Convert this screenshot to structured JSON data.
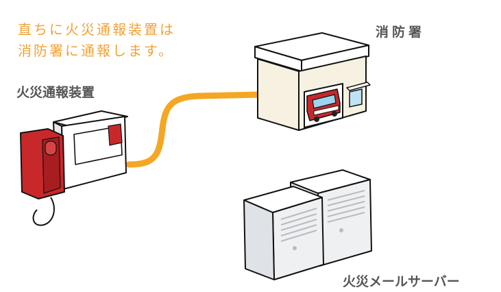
{
  "caption": {
    "line1": "直ちに火災通報装置は",
    "line2": "消防署に通報します。"
  },
  "labels": {
    "alarm_device": "火災通報装置",
    "fire_station": "消防署",
    "mail_server": "火災メールサーバー"
  },
  "colors": {
    "caption": "#f0a236",
    "label": "#555555",
    "connection_line": "#f5a623",
    "handset_red": "#c8282a",
    "building_wall": "#f6f1e1",
    "server_body": "#eef0f2"
  },
  "icons": {
    "alarm_device": "fire-alarm-device-icon",
    "fire_station": "fire-station-building-icon",
    "fire_truck": "fire-truck-icon",
    "servers": "server-tower-icon"
  }
}
